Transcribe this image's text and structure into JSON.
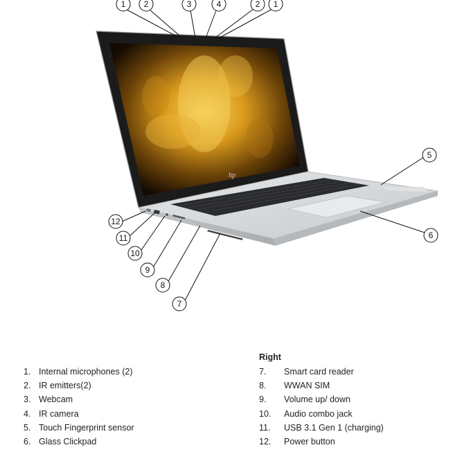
{
  "callout_labels": {
    "top": [
      "1",
      "2",
      "3",
      "4",
      "2",
      "1"
    ],
    "right": [
      "5",
      "6"
    ],
    "left": [
      "12",
      "11",
      "10",
      "9",
      "8",
      "7"
    ]
  },
  "screen_logo": "hp",
  "left_list": [
    {
      "num": "1.",
      "label": "Internal microphones (2)"
    },
    {
      "num": "2.",
      "label": "IR emitters(2)"
    },
    {
      "num": "3.",
      "label": "Webcam"
    },
    {
      "num": "4.",
      "label": "IR camera"
    },
    {
      "num": "5.",
      "label": "Touch Fingerprint sensor"
    },
    {
      "num": "6.",
      "label": "Glass Clickpad"
    }
  ],
  "right_heading": "Right",
  "right_list": [
    {
      "num": "7.",
      "label": "Smart card reader"
    },
    {
      "num": "8.",
      "label": "WWAN SIM"
    },
    {
      "num": "9.",
      "label": "Volume up/ down"
    },
    {
      "num": "10.",
      "label": "Audio combo jack"
    },
    {
      "num": "11.",
      "label": "USB 3.1 Gen 1 (charging)"
    },
    {
      "num": "12.",
      "label": "Power button"
    }
  ],
  "colors": {
    "screen_glow": "#e0a020",
    "body": "#d9dbdd",
    "bezel": "#1a1a1a"
  }
}
